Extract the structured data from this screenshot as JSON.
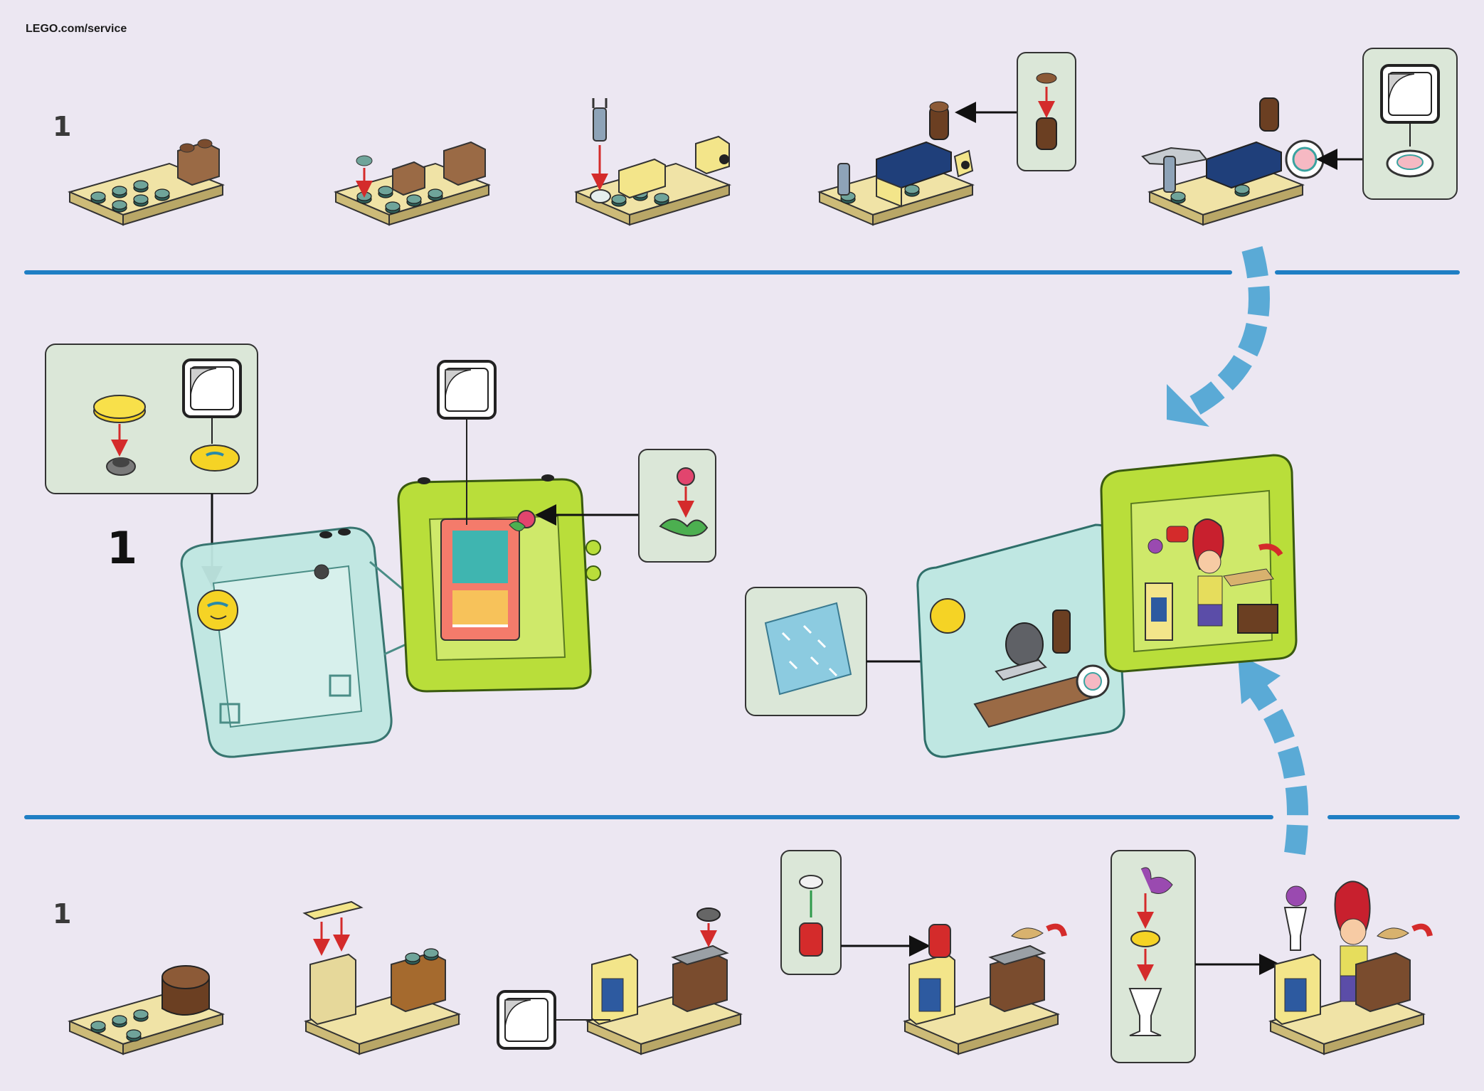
{
  "header": {
    "url": "LEGO.com/service"
  },
  "top_row": {
    "step_number": "1"
  },
  "middle": {
    "sub_step_number": "1",
    "main_step_number": "1"
  },
  "bottom_row": {
    "step_number": "1"
  },
  "colors": {
    "background": "#ece7f2",
    "separator": "#1f7fc4",
    "callout_bg": "#dbe7d8",
    "arrow_blue": "#5aaad6",
    "lime_cube": "#b9de3a",
    "trans_cube": "#bfe7e2",
    "tan_plate": "#e6d89a",
    "brown": "#8a5a3a",
    "pin_red": "#d42b2b"
  }
}
